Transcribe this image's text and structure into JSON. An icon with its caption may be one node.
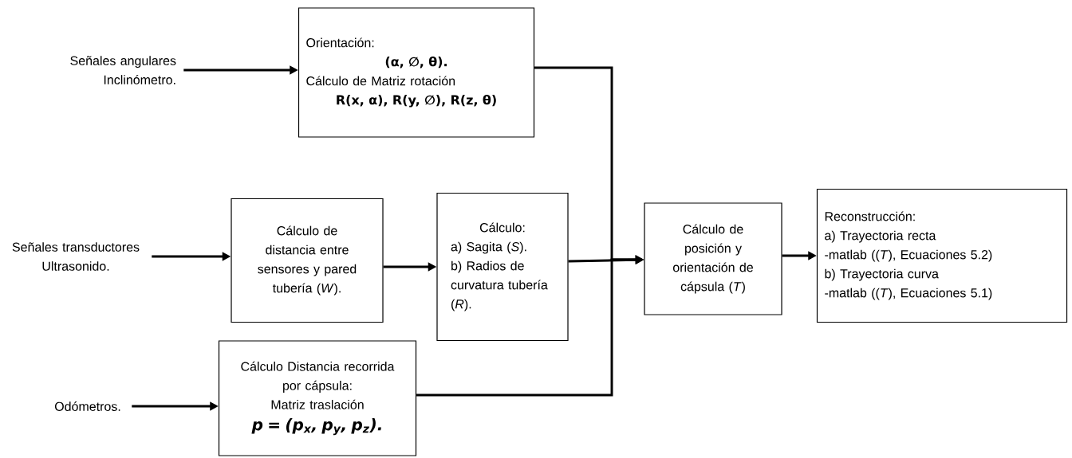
{
  "diagram": {
    "nodes": [
      {
        "text": [
          "Señales angulares Inclinómetro."
        ]
      },
      {
        "text": [
          "Orientación:",
          "(α, ∅, θ).",
          "Cálculo de Matriz rotación",
          "R(x, α), R(y, ∅), R(z, θ)"
        ]
      },
      {
        "text": [
          "Señales transductores Ultrasonido."
        ]
      },
      {
        "text": [
          "Cálculo de distancia entre sensores y pared tubería (*W*)."
        ]
      },
      {
        "text": [
          "Cálculo:",
          "a) Sagita (*S*).",
          "b) Radios de curvatura tubería (*R*)."
        ]
      },
      {
        "text": [
          "Odómetros."
        ]
      },
      {
        "text": [
          "Cálculo Distancia recorrida por cápsula:",
          "Matriz traslación",
          "p = (p$_{x}$, p$_{y}$, p$_{z}$)."
        ]
      },
      {
        "text": [
          "Cálculo de posición y orientación de cápsula (*T*)"
        ]
      },
      {
        "text": [
          "Reconstrucción:",
          "a) Trayectoria recta",
          "-matlab ((*T*), Ecuaciones 5.2)",
          "b) Trayectoria curva",
          "-matlab ((*T*), Ecuaciones 5.1)"
        ]
      }
    ],
    "edges": [
      {
        "from": 0,
        "to": 1,
        "arrow": "to"
      },
      {
        "from": 2,
        "to": 3,
        "arrow": "to"
      },
      {
        "from": 3,
        "to": 4,
        "arrow": "to"
      },
      {
        "from": 5,
        "to": 6,
        "arrow": "to"
      },
      {
        "from": 1,
        "to": 7,
        "arrow": "to"
      },
      {
        "from": 4,
        "to": 7,
        "arrow": "to"
      },
      {
        "from": 6,
        "to": 7,
        "arrow": "to"
      },
      {
        "from": 7,
        "to": 8,
        "arrow": "to"
      }
    ]
  }
}
